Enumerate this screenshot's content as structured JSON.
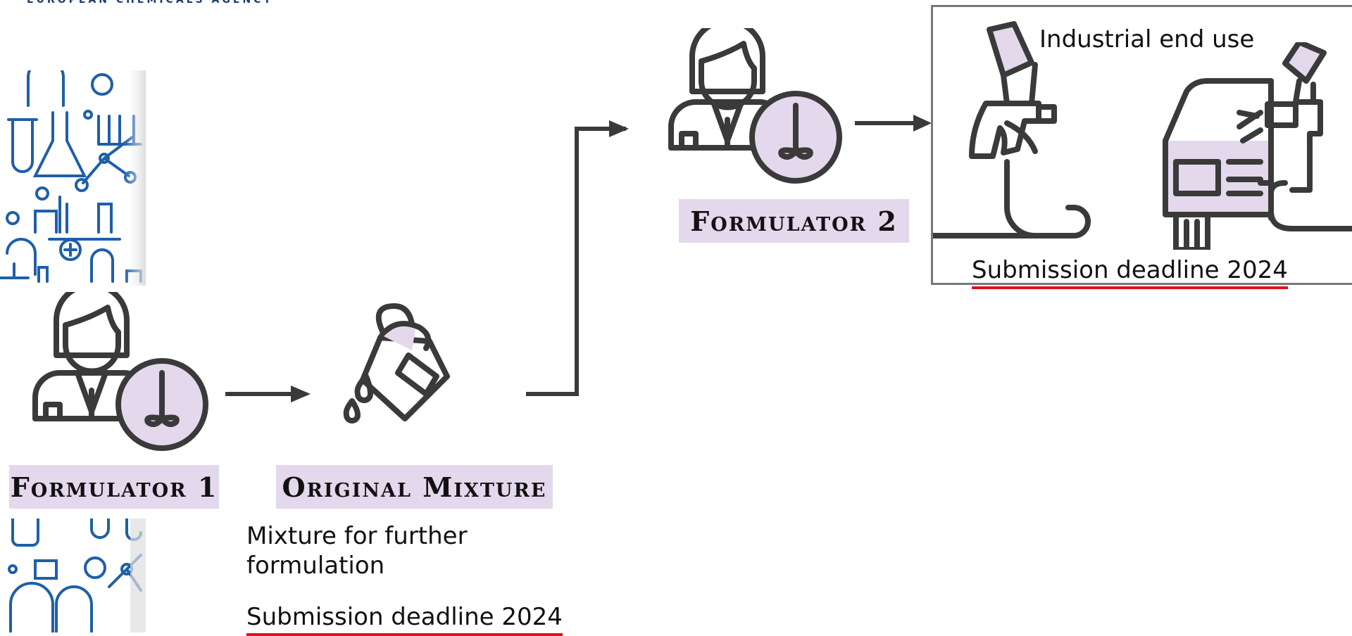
{
  "header": {
    "agency_name": "EUROPEAN CHEMICALS AGENCY"
  },
  "formulator1": {
    "label": "Formulator 1"
  },
  "original_mixture": {
    "label": "Original Mixture",
    "description_line1": "Mixture for further",
    "description_line2": "formulation",
    "deadline": "Submission deadline 2024"
  },
  "formulator2": {
    "label": "Formulator 2"
  },
  "industrial_end_use": {
    "title": "Industrial end use",
    "deadline": "Submission deadline 2024"
  },
  "colors": {
    "lilac": "#e3d8ec",
    "icon_stroke": "#3a3a3a",
    "deadline_underline": "#e0101c",
    "pattern_blue": "#1f5fa8"
  },
  "icons": [
    "formulator-person-icon",
    "mixer-icon",
    "paint-bucket-icon",
    "spray-gun-icon",
    "car-spray-icon",
    "arrow-icon"
  ]
}
